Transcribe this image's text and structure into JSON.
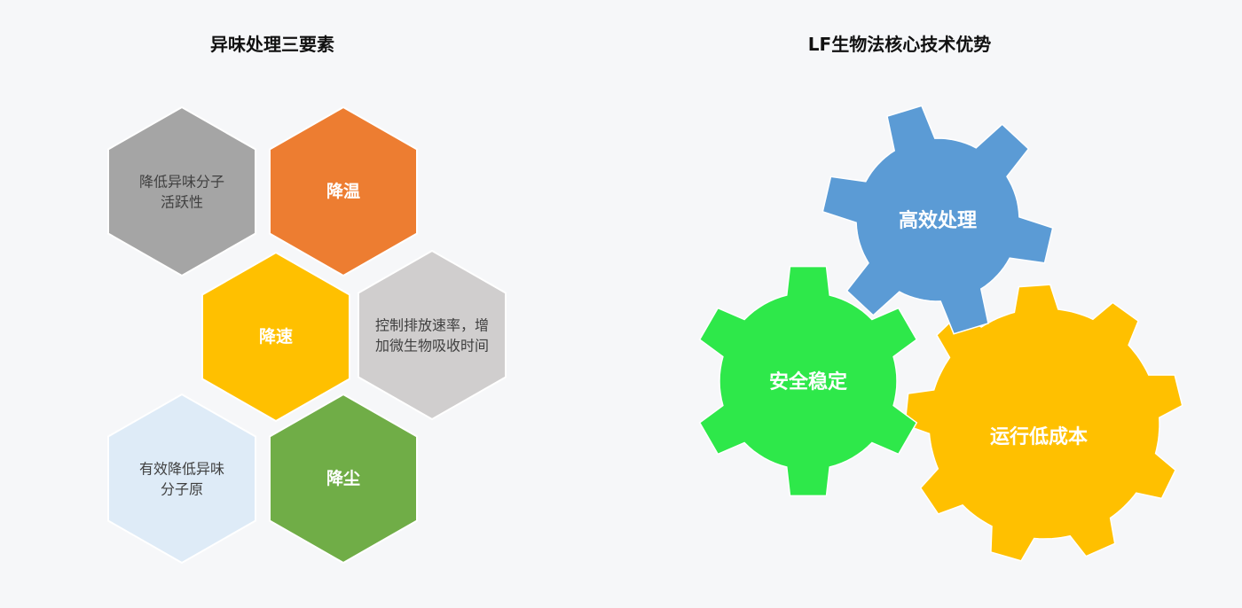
{
  "left_panel": {
    "title": "异味处理三要素",
    "hexagons": [
      {
        "lines": [
          "降低异味分子",
          "活跃性"
        ],
        "color": "#a5a5a5",
        "style": "text"
      },
      {
        "lines": [
          "降温"
        ],
        "color": "#ed7d31",
        "style": "label"
      },
      {
        "lines": [
          "降速"
        ],
        "color": "#ffc000",
        "style": "label"
      },
      {
        "lines": [
          "控制排放速率，增",
          "加微生物吸收时间"
        ],
        "color": "#d0cece",
        "style": "text"
      },
      {
        "lines": [
          "有效降低异味",
          "分子原"
        ],
        "color": "#deebf7",
        "style": "text"
      },
      {
        "lines": [
          "降尘"
        ],
        "color": "#70ad47",
        "style": "label"
      }
    ]
  },
  "right_panel": {
    "title": "LF生物法核心技术优势",
    "gears": [
      {
        "label": "运行低成本",
        "color": "#ffc000"
      },
      {
        "label": "高效处理",
        "color": "#5b9bd5"
      },
      {
        "label": "安全稳定",
        "color": "#2ee84a"
      }
    ]
  }
}
